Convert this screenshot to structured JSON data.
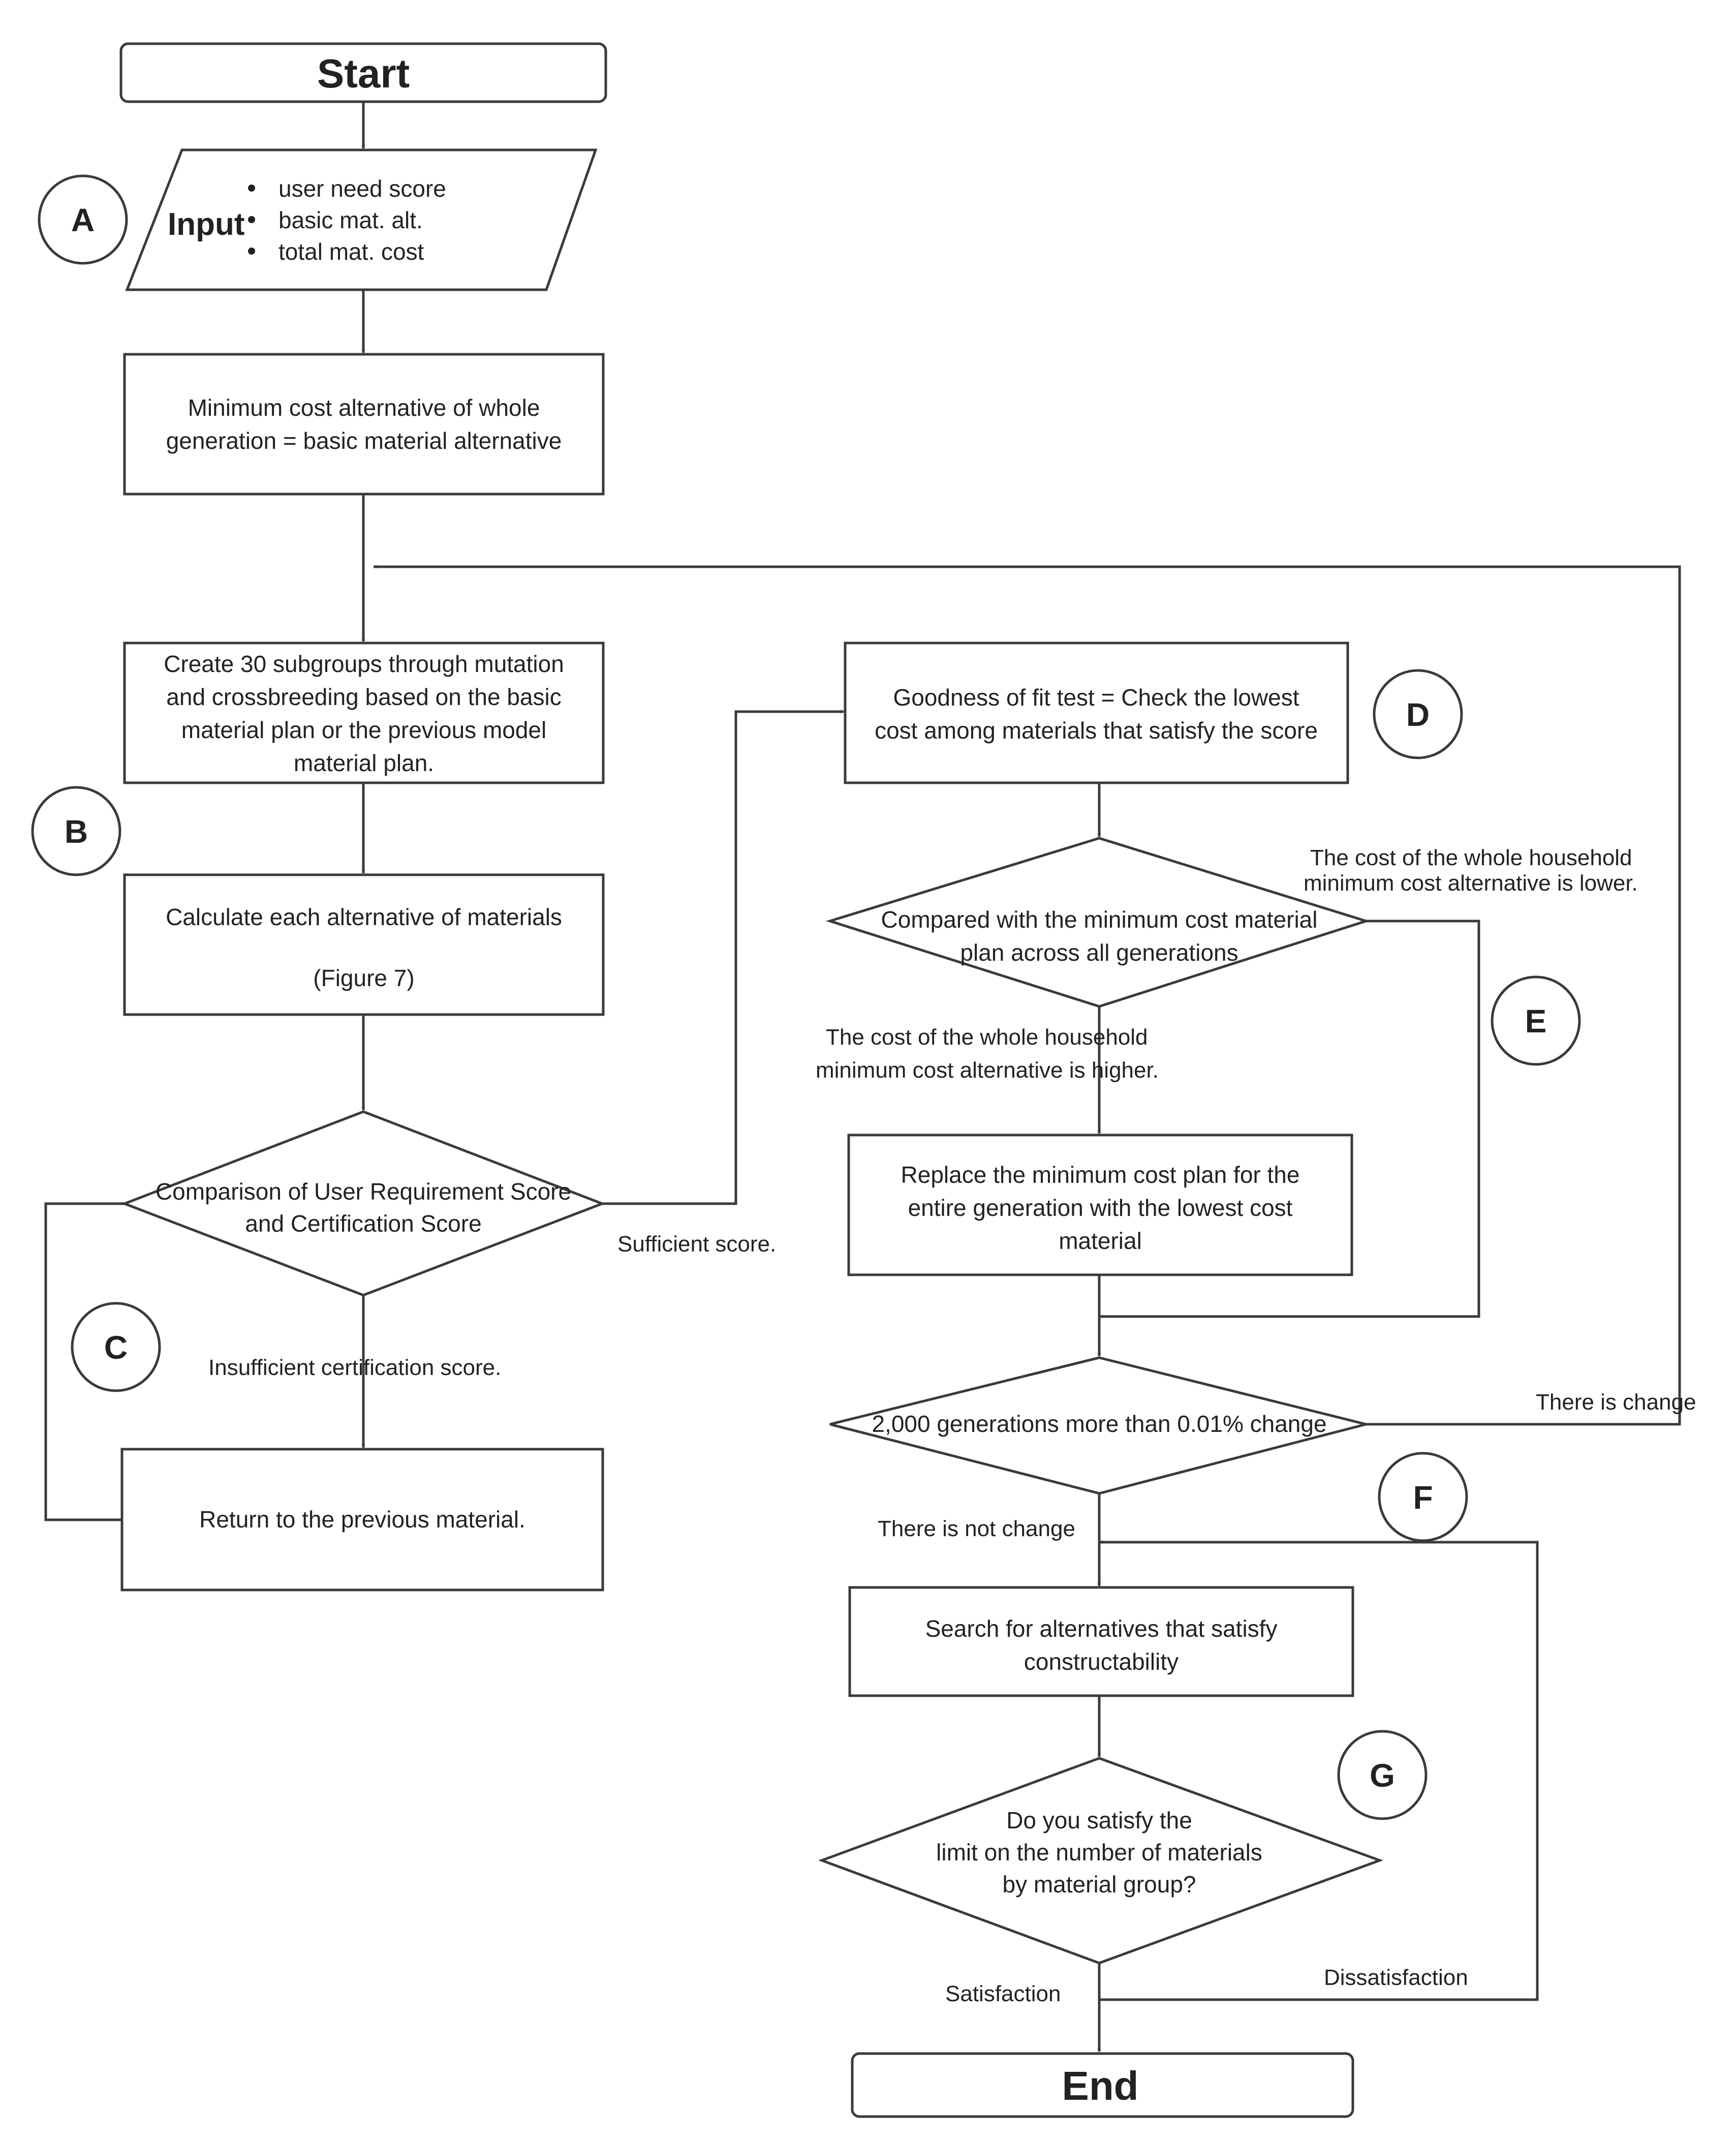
{
  "nodes": {
    "start": "Start",
    "input_label": "Input",
    "input_items": [
      "user need score",
      "basic mat. alt.",
      "total mat. cost"
    ],
    "init": [
      "Minimum cost alternative of whole",
      "generation = basic material alternative"
    ],
    "create": [
      "Create 30 subgroups through mutation",
      "and crossbreeding based on the basic",
      "material plan or the previous model",
      "material plan."
    ],
    "calculate": [
      "Calculate each alternative of materials",
      "(Figure 7)"
    ],
    "compare_score": [
      "Comparison of User Requirement Score",
      "and Certification Score"
    ],
    "return_prev": "Return to the previous material.",
    "goodness": [
      "Goodness of fit test = Check the lowest",
      "cost among materials that satisfy the score"
    ],
    "compare_min": [
      "Compared with the minimum cost material",
      "plan across all generations"
    ],
    "replace": [
      "Replace the minimum cost plan for the",
      "entire generation with the lowest cost",
      "material"
    ],
    "generations": "2,000 generations more than 0.01% change",
    "search": [
      "Search for alternatives that satisfy",
      "constructability"
    ],
    "limit": [
      "Do you satisfy the",
      "limit on the number of materials",
      "by material group?"
    ],
    "end": "End"
  },
  "edge_labels": {
    "sufficient": "Sufficient score.",
    "insufficient": "Insufficient certification score.",
    "lower": [
      "The cost of the whole household",
      "minimum cost alternative is lower."
    ],
    "higher": [
      "The cost of the whole household",
      "minimum cost alternative is higher."
    ],
    "change": "There is change",
    "no_change": "There is not change",
    "satisfaction": "Satisfaction",
    "dissatisfaction": "Dissatisfaction"
  },
  "markers": [
    "A",
    "B",
    "C",
    "D",
    "E",
    "F",
    "G"
  ]
}
